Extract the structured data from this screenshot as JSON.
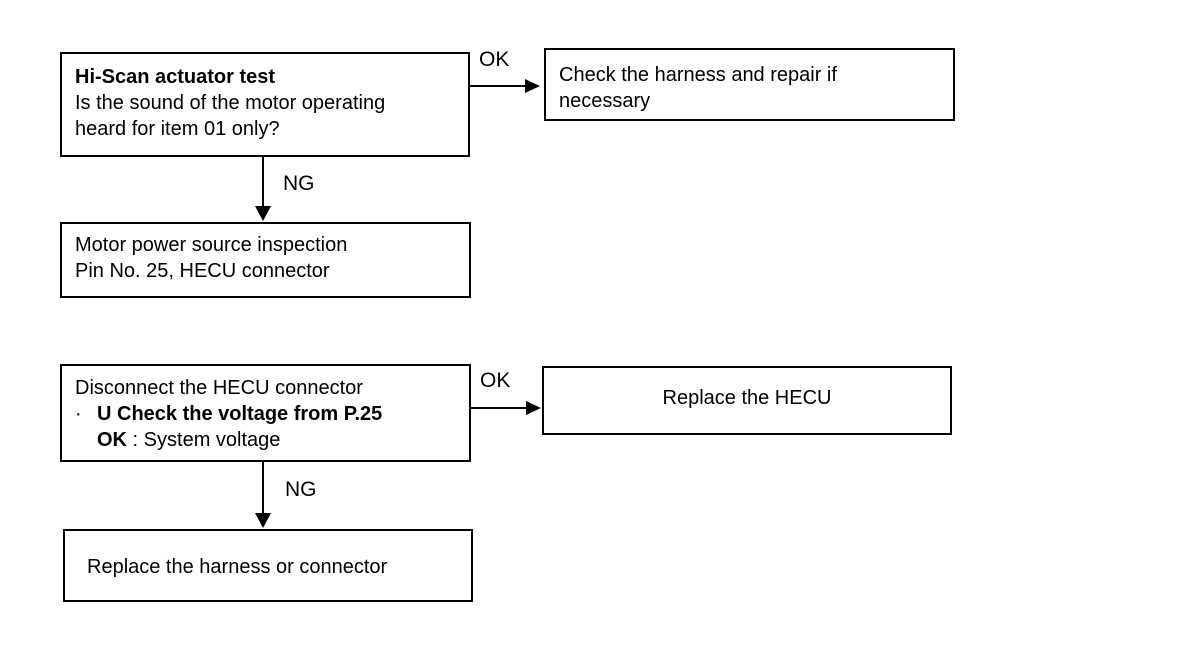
{
  "step1": {
    "title": "Hi-Scan actuator test",
    "question_line1": "Is the sound of the motor operating",
    "question_line2": "heard for item 01 only?",
    "ok_label": "OK",
    "ng_label": "NG"
  },
  "step1_ok": {
    "line1": "Check the harness and repair if",
    "line2": "necessary"
  },
  "step2": {
    "line1": "Motor power source inspection",
    "line2": "Pin No. 25, HECU connector"
  },
  "step3": {
    "line1": "Disconnect the HECU connector",
    "bullet": "·",
    "line2": "U Check the voltage from P.25",
    "ok_prefix": "OK",
    "ok_value": " : System voltage",
    "ok_label": "OK",
    "ng_label": "NG"
  },
  "step3_ok": {
    "text": "Replace the HECU"
  },
  "step3_ng": {
    "text": "Replace the harness or connector"
  }
}
